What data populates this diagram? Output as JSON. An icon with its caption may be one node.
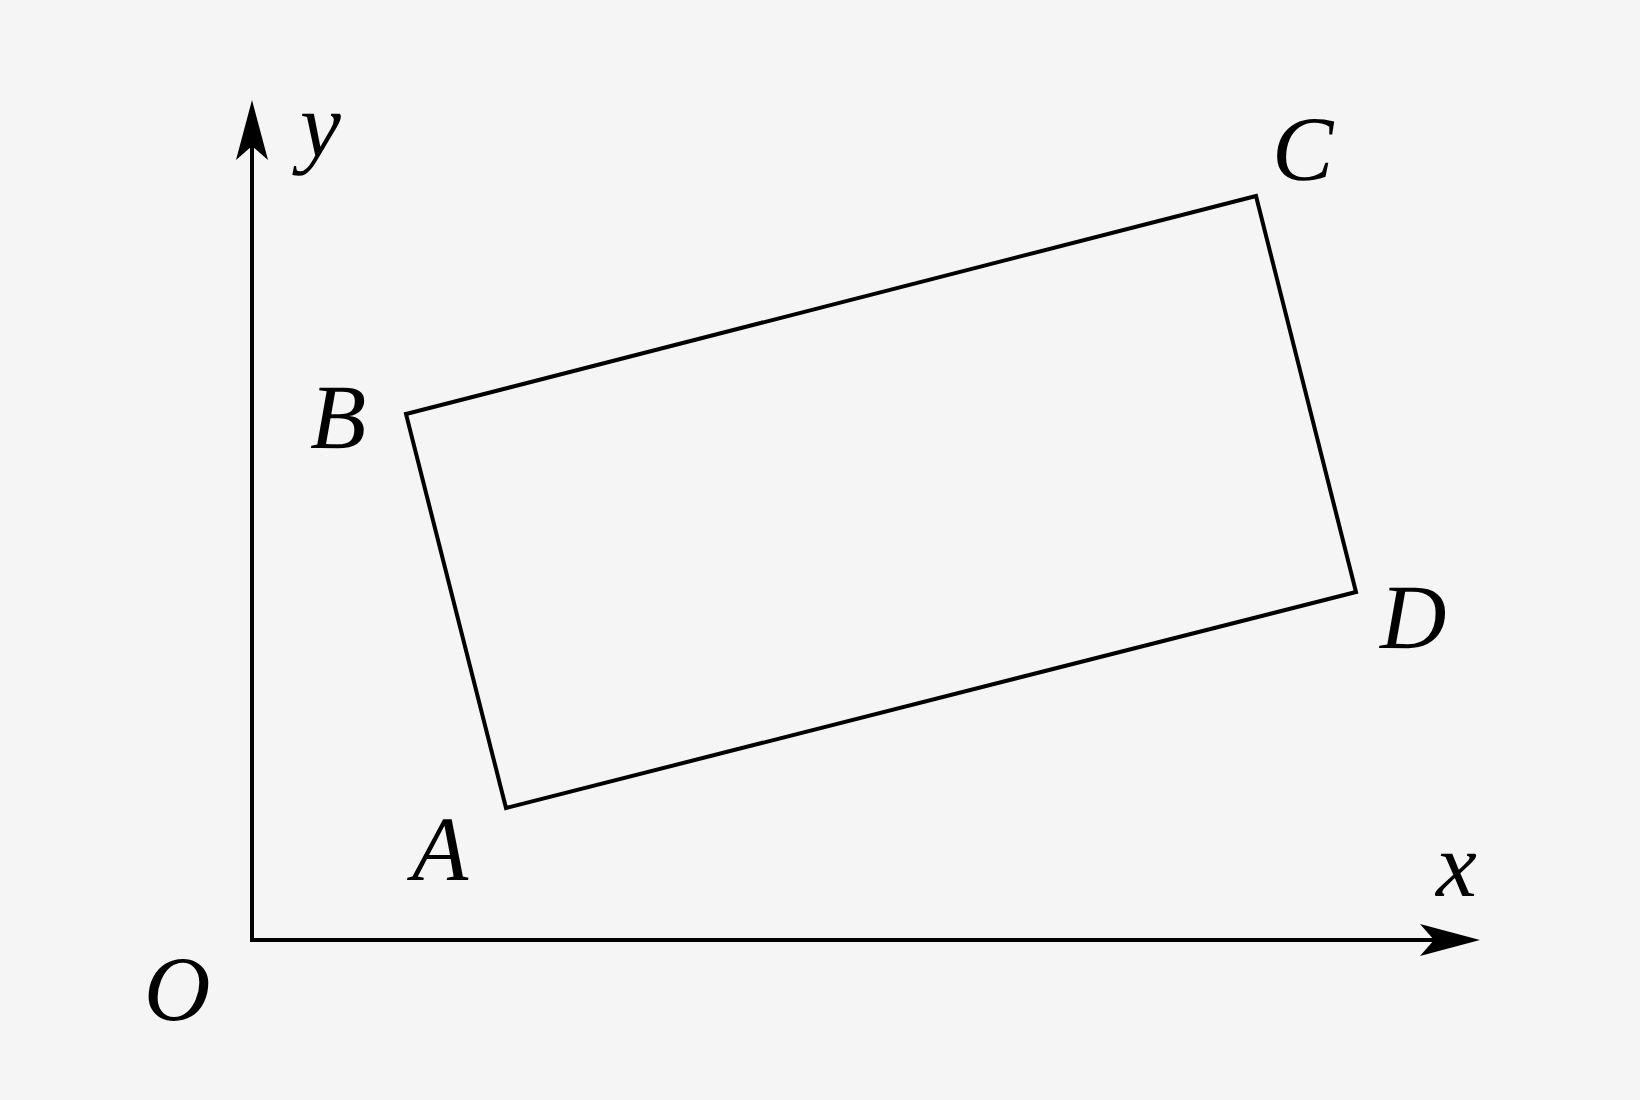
{
  "diagram": {
    "labels": [
      "y",
      "C",
      "B",
      "D",
      "A",
      "x",
      "O"
    ]
  }
}
